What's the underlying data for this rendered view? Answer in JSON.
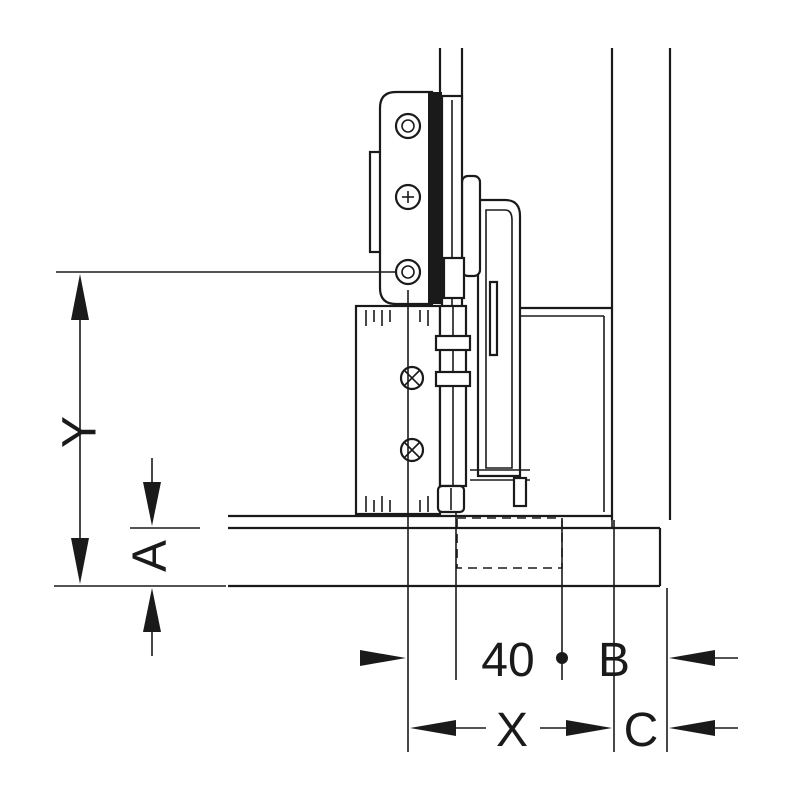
{
  "labels": {
    "y": "Y",
    "a": "A",
    "forty": "40",
    "b": "B",
    "x": "X",
    "c": "C"
  }
}
